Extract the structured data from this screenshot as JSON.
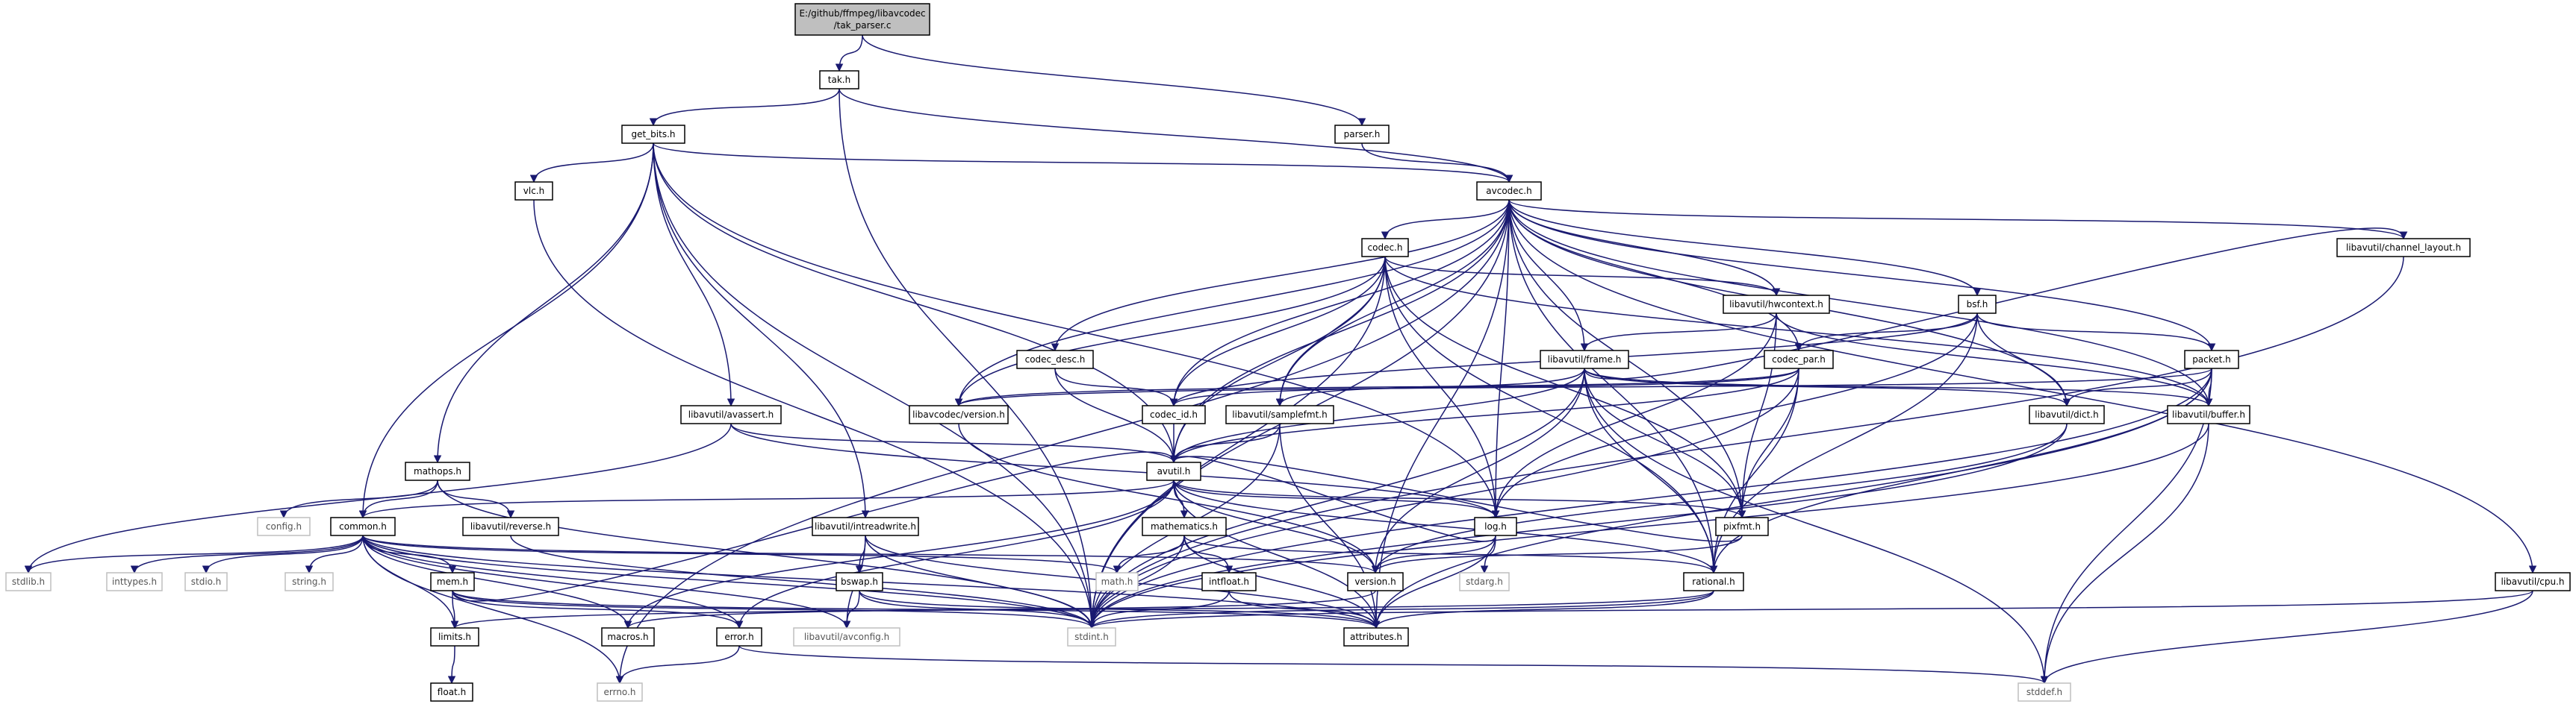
{
  "diagram": {
    "nodes": {
      "tak_parser": [
        "E:/github/ffmpeg/libavcodec",
        "/tak_parser.c"
      ],
      "tak": "tak.h",
      "parser": "parser.h",
      "get_bits": "get_bits.h",
      "avcodec": "avcodec.h",
      "vlc": "vlc.h",
      "codec": "codec.h",
      "channel_layout": "libavutil/channel_layout.h",
      "hwcontext": "libavutil/hwcontext.h",
      "bsf": "bsf.h",
      "frame": "libavutil/frame.h",
      "codec_desc": "codec_desc.h",
      "codec_par": "codec_par.h",
      "packet": "packet.h",
      "avassert": "libavutil/avassert.h",
      "lavc_version": "libavcodec/version.h",
      "codec_id": "codec_id.h",
      "samplefmt": "libavutil/samplefmt.h",
      "dict": "libavutil/dict.h",
      "buffer": "libavutil/buffer.h",
      "mathops": "mathops.h",
      "avutil": "avutil.h",
      "config": "config.h",
      "common": "common.h",
      "reverse": "libavutil/reverse.h",
      "intreadwrite": "libavutil/intreadwrite.h",
      "mathematics": "mathematics.h",
      "log": "log.h",
      "pixfmt": "pixfmt.h",
      "stdlib": "stdlib.h",
      "inttypes": "inttypes.h",
      "stdio": "stdio.h",
      "string": "string.h",
      "mem": "mem.h",
      "bswap": "bswap.h",
      "math": "math.h",
      "intfloat": "intfloat.h",
      "version": "version.h",
      "stdarg": "stdarg.h",
      "rational": "rational.h",
      "cpu": "libavutil/cpu.h",
      "limits": "limits.h",
      "macros": "macros.h",
      "error": "error.h",
      "avconfig": "libavutil/avconfig.h",
      "stdint": "stdint.h",
      "attributes": "attributes.h",
      "float": "float.h",
      "errno": "errno.h",
      "stddef": "stddef.h"
    }
  }
}
